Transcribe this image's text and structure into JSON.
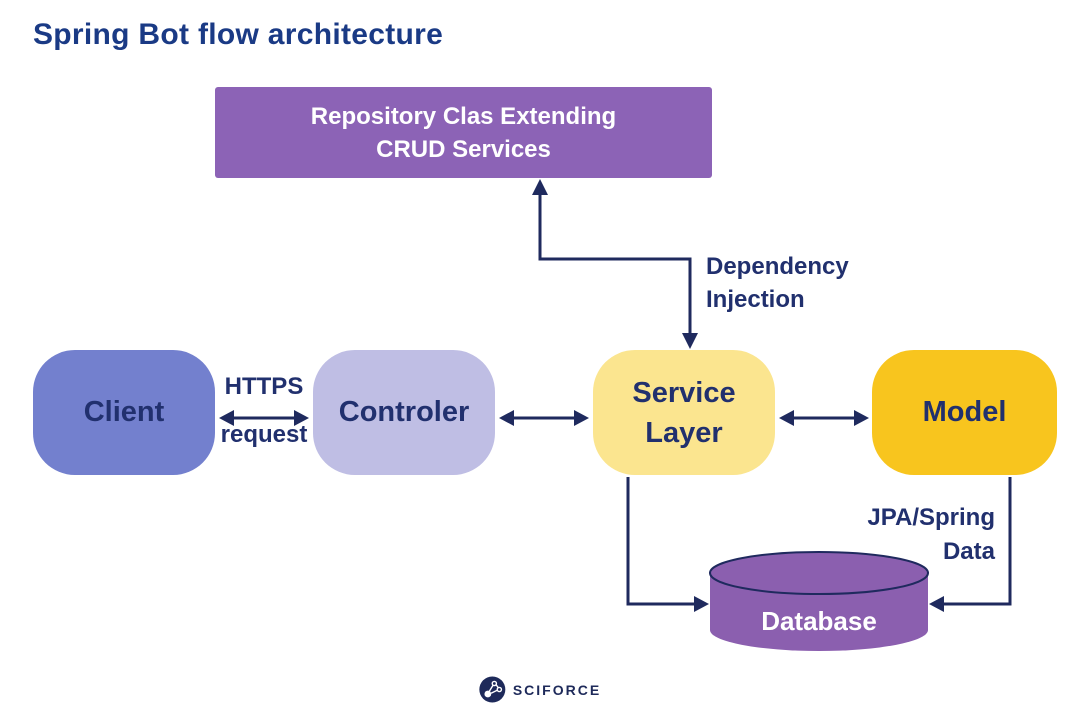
{
  "title": "Spring Bot flow architecture",
  "nodes": {
    "repository": {
      "label_line1": "Repository Clas Extending",
      "label_line2": "CRUD Services",
      "fill": "#8C63B6",
      "text_color": "#FFFFFF"
    },
    "client": {
      "label": "Client",
      "fill": "#7380CE"
    },
    "controller": {
      "label": "Controler",
      "fill": "#BFBEE4"
    },
    "service_layer": {
      "label_line1": "Service",
      "label_line2": "Layer",
      "fill": "#FBE58F"
    },
    "model": {
      "label": "Model",
      "fill": "#F8C51E"
    },
    "database": {
      "label": "Database",
      "fill": "#8B5FAF"
    }
  },
  "edge_labels": {
    "https_request": {
      "line1": "HTTPS",
      "line2": "request"
    },
    "dependency_injection": {
      "line1": "Dependency",
      "line2": "Injection"
    },
    "jpa_spring_data": {
      "line1": "JPA/Spring",
      "line2": "Data"
    }
  },
  "footer": {
    "brand": "SCIFORCE"
  },
  "palette": {
    "text_navy": "#21306E",
    "title_blue": "#1A3A85",
    "line_navy": "#1F2A5E",
    "background": "#FFFFFF"
  }
}
